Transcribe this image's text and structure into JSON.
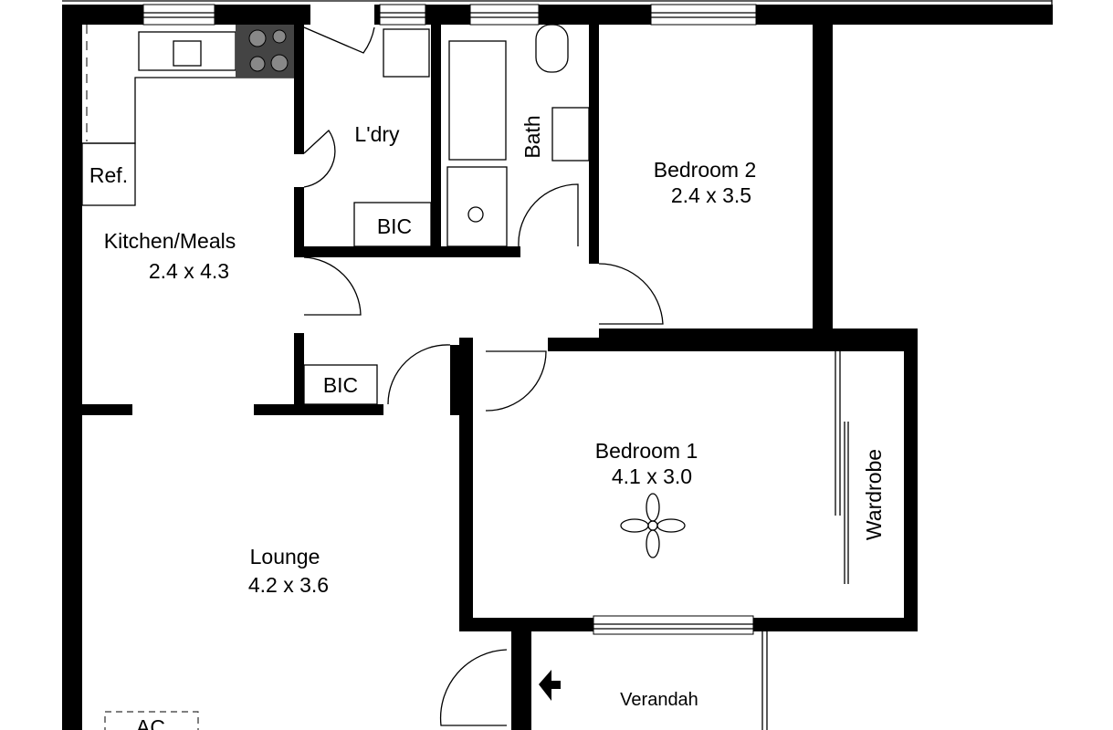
{
  "rooms": {
    "kitchen": {
      "name": "Kitchen/Meals",
      "size": "2.4 x 4.3"
    },
    "laundry": {
      "name": "L'dry"
    },
    "bath": {
      "name": "Bath"
    },
    "bedroom2": {
      "name": "Bedroom 2",
      "size": "2.4 x 3.5"
    },
    "bedroom1": {
      "name": "Bedroom 1",
      "size": "4.1 x 3.0"
    },
    "lounge": {
      "name": "Lounge",
      "size": "4.2 x 3.6"
    },
    "verandah": {
      "name": "Verandah"
    }
  },
  "fixtures": {
    "ref": "Ref.",
    "bic_laundry": "BIC",
    "bic_hall": "BIC",
    "wardrobe": "Wardrobe",
    "ac": "AC"
  }
}
